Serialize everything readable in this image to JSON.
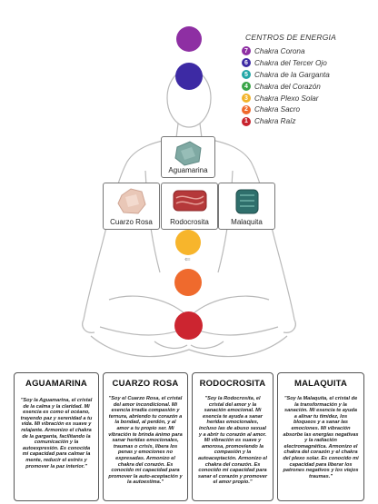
{
  "legend": {
    "title": "CENTROS DE ENERGIA",
    "items": [
      {
        "num": "7",
        "label": "Chakra Corona",
        "color": "#8e2fa3"
      },
      {
        "num": "6",
        "label": "Chakra del Tercer Ojo",
        "color": "#3d2aa4"
      },
      {
        "num": "5",
        "label": "Chakra de la Garganta",
        "color": "#22a7a7"
      },
      {
        "num": "4",
        "label": "Chakra del Corazón",
        "color": "#39a447"
      },
      {
        "num": "3",
        "label": "Chakra Plexo Solar",
        "color": "#f2b32a"
      },
      {
        "num": "2",
        "label": "Chakra Sacro",
        "color": "#ef6a2d"
      },
      {
        "num": "1",
        "label": "Chakra Raíz",
        "color": "#c8242e"
      }
    ]
  },
  "chakra_colors": {
    "crown": "#8e2fa3",
    "third_eye": "#3d2aa4",
    "solar_plexus": "#f7b52c",
    "sacral": "#ef6a2d",
    "root": "#cc2530"
  },
  "crystals": [
    {
      "label": "Aguamarina",
      "color": "#7fa9a3"
    },
    {
      "label": "Cuarzo Rosa",
      "color": "#e9c7b7"
    },
    {
      "label": "Rodocrosita",
      "color": "#b5393a"
    },
    {
      "label": "Malaquita",
      "color": "#2f6f6c"
    }
  ],
  "cards": [
    {
      "title": "AGUAMARINA",
      "text": "\"Soy la Aguamarina, el cristal de la calma y la claridad. Mi esencia es como el océano, trayendo paz y serenidad a tu vida. Mi vibración es suave y relajante. Armonizo el chakra de la garganta, facilitando la comunicación y la autoexpresión. Es conocida mi capacidad para calmar la mente, reducir el estrés y promover la paz interior.\""
    },
    {
      "title": "CUARZO ROSA",
      "text": "\"Soy el Cuarzo Rosa, el cristal del amor incondicional. Mi esencia irradia compasión y ternura, abriendo tu corazón a la bondad, al perdón, y al amor a tu propio ser. Mi vibración te brinda ánimo para sanar heridas emocionales, traumas o crisis, libera los penas y emociones no expresadas. Armonizo el chakra del corazón. Es conocido mi capacidad para promover la auto-aceptación y la autoestima.\""
    },
    {
      "title": "RODOCROSITA",
      "text": "\"Soy la Rodocrosita, el cristal del amor y la sanación emocional. Mi esencia te ayuda a sanar heridas emocionales, incluso las de abuso sexual y a abrir tu corazón al amor. Mi vibración es suave y amorosa, promoviendo la compasión y la autoaceptación. Armonizo el chakra del corazón. Es conocido mi capacidad para sanar el corazón y promover el amor propio.\""
    },
    {
      "title": "MALAQUITA",
      "text": "\"Soy la Malaquita, el cristal de la transformación y la sanación. Mi esencia te ayuda a alinar tu timidez, los bloqueos y a sanar las emociones. Mi vibración absorbe las energías negativas y la radiación electromagnética. Armonizo el chakra del corazón y el chakra del plexo solar. Es conocido mi capacidad para liberar los patrones negativos y los viejos traumas.\""
    }
  ]
}
